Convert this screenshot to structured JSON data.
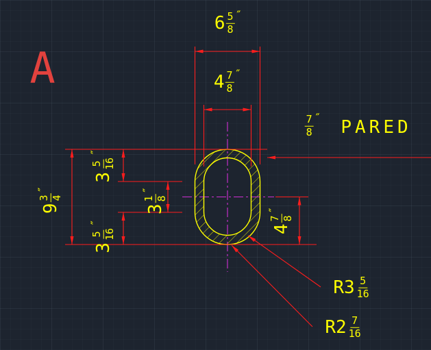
{
  "colors": {
    "background": "#1d242f",
    "line_red": "#ff1d1d",
    "label_red": "#e2423e",
    "entity_yellow": "#fdfd00",
    "centerline_magenta": "#cf2fd4"
  },
  "view_label": "A",
  "wall_callout": {
    "label": "PARED",
    "value": {
      "num": "7",
      "den": "8",
      "unit": "″"
    }
  },
  "dimensions": {
    "outer_width": {
      "whole": "6",
      "num": "5",
      "den": "8",
      "unit": "″"
    },
    "inner_width": {
      "whole": "4",
      "num": "7",
      "den": "8",
      "unit": "″"
    },
    "total_height": {
      "whole": "9",
      "num": "3",
      "den": "4",
      "unit": "″"
    },
    "upper_arc_height": {
      "whole": "3",
      "num": "5",
      "den": "16",
      "unit": "″"
    },
    "straight_section": {
      "whole": "3",
      "num": "1",
      "den": "8",
      "unit": "″"
    },
    "lower_arc_height": {
      "whole": "3",
      "num": "5",
      "den": "16",
      "unit": "″"
    },
    "half_height": {
      "whole": "4",
      "num": "7",
      "den": "8",
      "unit": "″"
    },
    "outer_radius": {
      "prefix": "R3",
      "num": "5",
      "den": "16"
    },
    "inner_radius": {
      "prefix": "R2",
      "num": "7",
      "den": "16"
    }
  }
}
